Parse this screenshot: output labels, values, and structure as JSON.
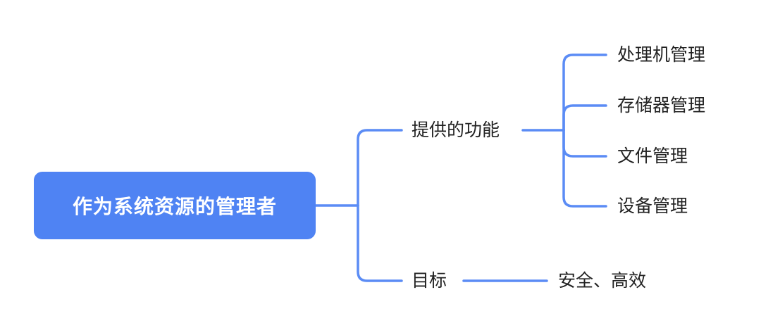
{
  "colors": {
    "root_fill": "#4f83f3",
    "edge": "#5b8cf5",
    "text": "#222222",
    "root_text": "#ffffff"
  },
  "root": {
    "label": "作为系统资源的管理者"
  },
  "branches": [
    {
      "label": "提供的功能",
      "children": [
        "处理机管理",
        "存储器管理",
        "文件管理",
        "设备管理"
      ]
    },
    {
      "label": "目标",
      "children": [
        "安全、高效"
      ]
    }
  ]
}
